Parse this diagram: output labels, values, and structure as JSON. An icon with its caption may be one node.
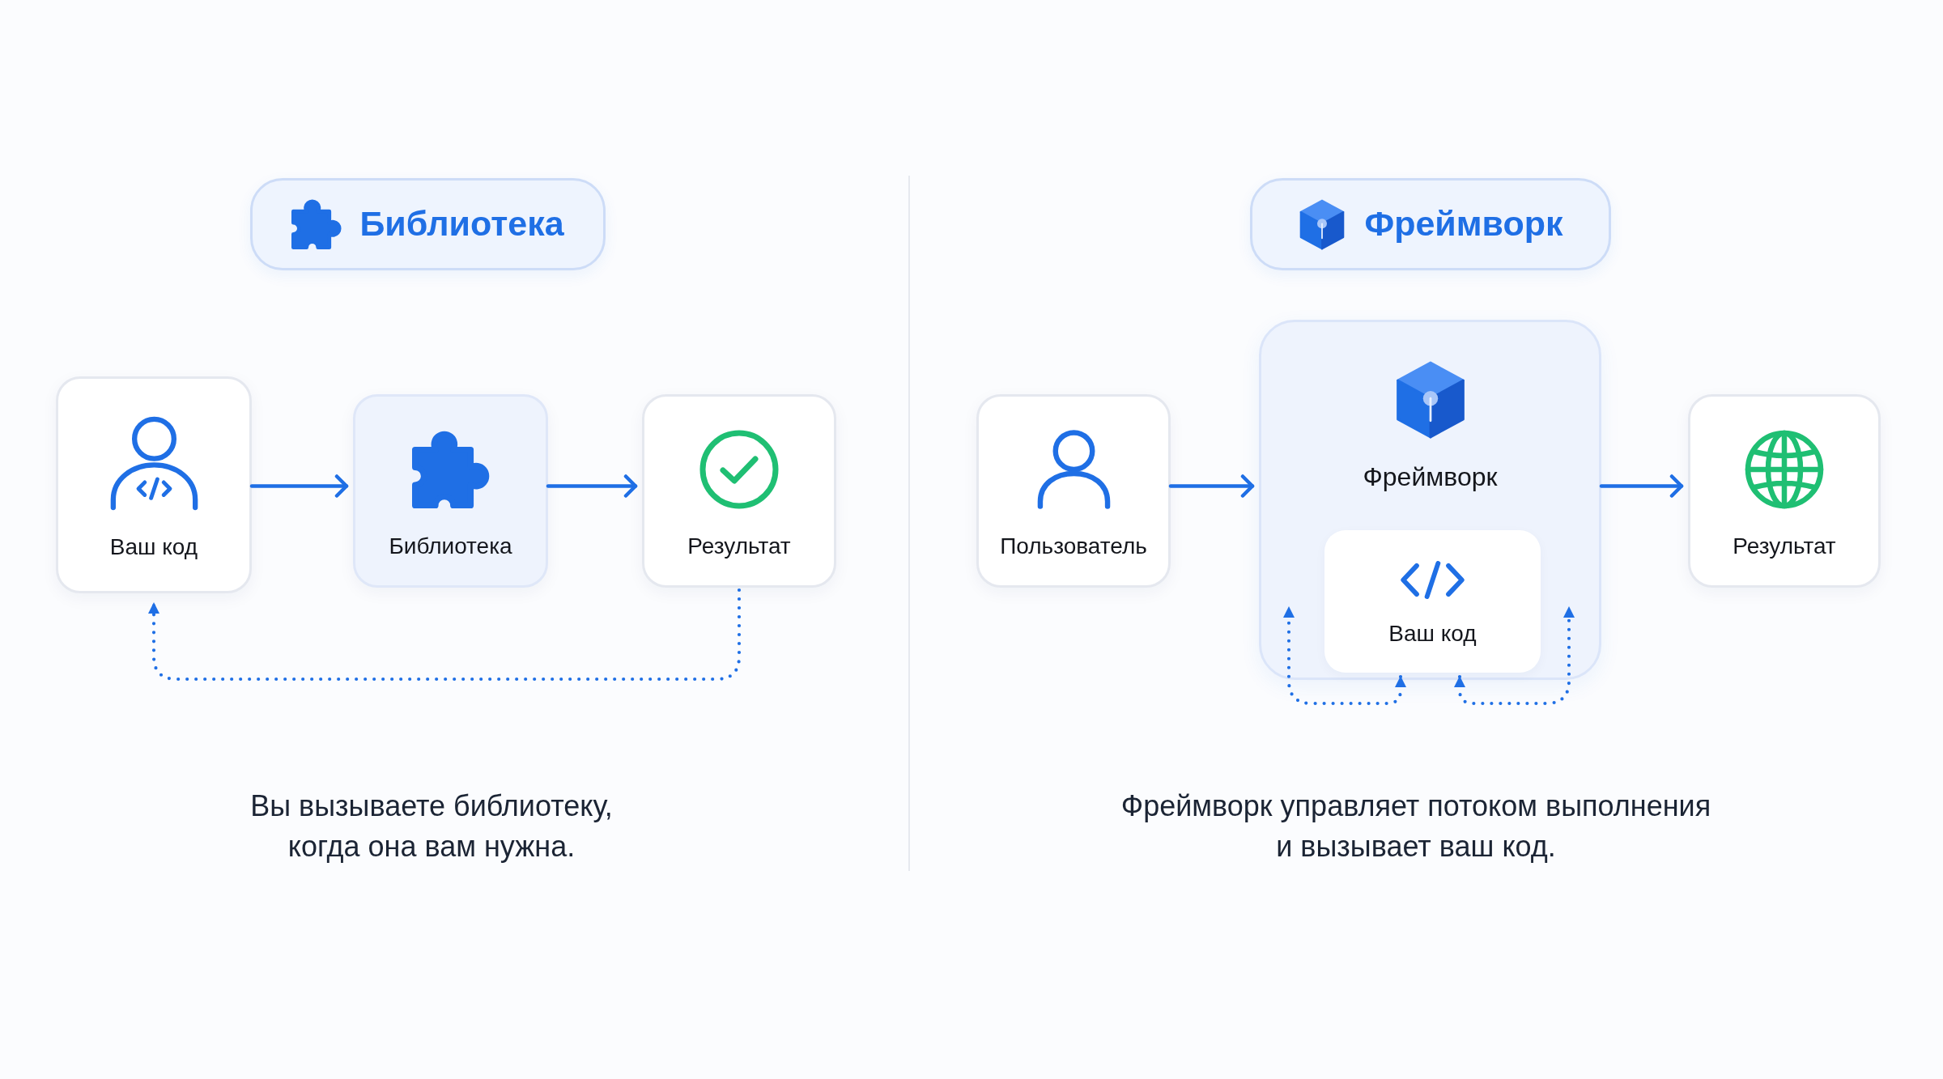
{
  "diagram": {
    "nodes": [
      {
        "text": [
          "Библиотека"
        ]
      },
      {
        "text": [
          "Ваш код"
        ]
      },
      {
        "text": [
          "Библиотека"
        ]
      },
      {
        "text": [
          "Результат"
        ]
      },
      {
        "text": [
          "Фреймворк"
        ]
      },
      {
        "text": [
          "Пользователь"
        ]
      },
      {
        "text": [
          "Фреймворк"
        ]
      },
      {
        "text": [
          "Ваш код"
        ],
        "in": 6
      },
      {
        "text": [
          "Результат"
        ]
      }
    ],
    "edges": [
      {
        "from": 1,
        "to": 2,
        "arrow": "to"
      },
      {
        "from": 2,
        "to": 3,
        "arrow": "to"
      },
      {
        "from": 3,
        "to": 1,
        "arrow": "to",
        "style": "dashed"
      },
      {
        "from": 5,
        "to": 6,
        "arrow": "to"
      },
      {
        "from": 6,
        "to": 8,
        "arrow": "to"
      },
      {
        "from": 7,
        "to": 6,
        "arrow": "both",
        "style": "dashed"
      },
      {
        "from": 7,
        "to": 6,
        "arrow": "both",
        "style": "dashed"
      }
    ],
    "labels": [
      "Вы вызываете библиотеку, когда она вам нужна.",
      "Фреймворк управляет потоком выполнения и вызывает ваш код."
    ]
  }
}
